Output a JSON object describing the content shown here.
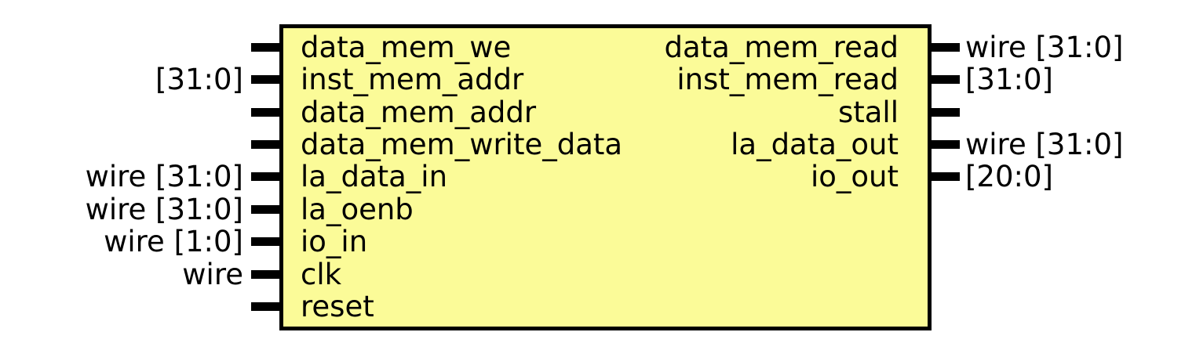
{
  "module": {
    "fill_color": "#fbfb98",
    "border_color": "#000000",
    "text_color": "#000000"
  },
  "ports": {
    "left": [
      {
        "name": "data_mem_we",
        "type": ""
      },
      {
        "name": "inst_mem_addr",
        "type": "[31:0]"
      },
      {
        "name": "data_mem_addr",
        "type": ""
      },
      {
        "name": "data_mem_write_data",
        "type": ""
      },
      {
        "name": "la_data_in",
        "type": "wire [31:0]"
      },
      {
        "name": "la_oenb",
        "type": "wire [31:0]"
      },
      {
        "name": "io_in",
        "type": "wire [1:0]"
      },
      {
        "name": "clk",
        "type": "wire"
      },
      {
        "name": "reset",
        "type": ""
      }
    ],
    "right": [
      {
        "name": "data_mem_read",
        "type": "wire [31:0]"
      },
      {
        "name": "inst_mem_read",
        "type": "[31:0]"
      },
      {
        "name": "stall",
        "type": ""
      },
      {
        "name": "la_data_out",
        "type": "wire [31:0]"
      },
      {
        "name": "io_out",
        "type": "[20:0]"
      }
    ]
  }
}
